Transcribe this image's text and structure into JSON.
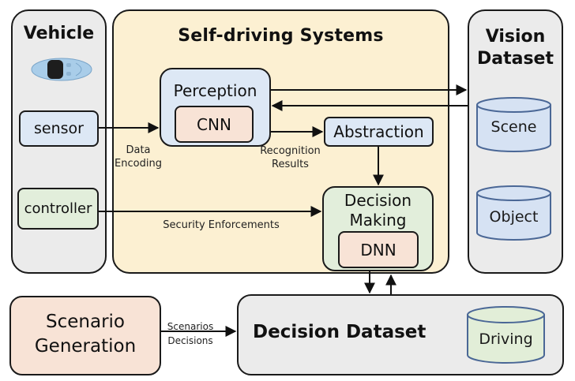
{
  "vehicle": {
    "title": "Vehicle",
    "car_icon": "car-top-view-icon",
    "sensor_label": "sensor",
    "controller_label": "controller"
  },
  "self_driving": {
    "title": "Self-driving Systems",
    "perception_label": "Perception",
    "cnn_label": "CNN",
    "abstraction_label": "Abstraction",
    "decision_making_label": "Decision Making",
    "dnn_label": "DNN"
  },
  "vision_dataset": {
    "title_line1": "Vision",
    "title_line2": "Dataset",
    "stores": [
      "Scene",
      "Object"
    ]
  },
  "edge_labels": {
    "data_encoding_line1": "Data",
    "data_encoding_line2": "Encoding",
    "recognition_line1": "Recognition",
    "recognition_line2": "Results",
    "security": "Security Enforcements",
    "scenarios_line1": "Scenarios",
    "scenarios_line2": "Decisions"
  },
  "scenario_generation": {
    "line1": "Scenario",
    "line2": "Generation"
  },
  "decision_dataset": {
    "title": "Decision Dataset",
    "store": "Driving"
  },
  "colors": {
    "panel_gray": "#ebebeb",
    "self_driving_bg": "#fcf0d2",
    "blue_box": "#dde8f5",
    "peach_box": "#f8e3d6",
    "green_box": "#e2eedb",
    "cylinder_blue_fill": "#d6e2f3",
    "cylinder_blue_stroke": "#4a6796",
    "cylinder_green_fill": "#e2eed8"
  }
}
